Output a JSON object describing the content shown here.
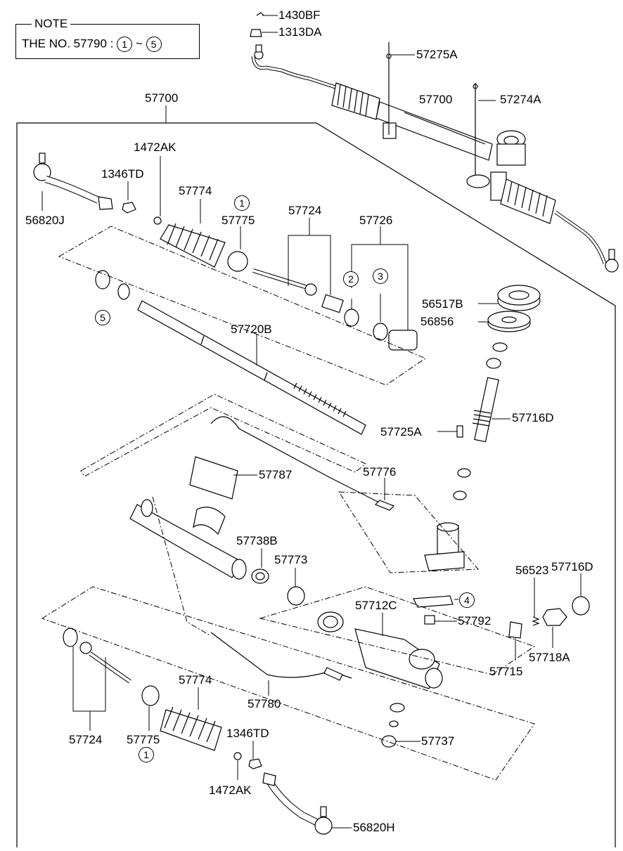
{
  "note": {
    "title": "NOTE",
    "text": "THE NO. 57790 :",
    "range_start": "1",
    "range_sep": "~",
    "range_end": "5"
  },
  "labels": {
    "p1430BF": "1430BF",
    "p1313DA": "1313DA",
    "p57275A": "57275A",
    "p57700_top": "57700",
    "p57274A": "57274A",
    "p57700_main": "57700",
    "p1472AK_top": "1472AK",
    "p1346TD_top": "1346TD",
    "p57774_top": "57774",
    "p57775_top": "57775",
    "p57724_top": "57724",
    "p57726": "57726",
    "p56820J": "56820J",
    "p56517B": "56517B",
    "p56856": "56856",
    "p57720B": "57720B",
    "p57716D_top": "57716D",
    "p57725A": "57725A",
    "p57776": "57776",
    "p57787": "57787",
    "p57738B": "57738B",
    "p57773": "57773",
    "p57716D_side": "57716D",
    "p56523": "56523",
    "p57712C": "57712C",
    "p57792": "57792",
    "p57718A": "57718A",
    "p57715": "57715",
    "p57780": "57780",
    "p57774_bot": "57774",
    "p57724_bot": "57724",
    "p57775_bot": "57775",
    "p1346TD_bot": "1346TD",
    "p1472AK_bot": "1472AK",
    "p57737": "57737",
    "p56820H": "56820H"
  },
  "callouts": {
    "c1_top": "1",
    "c2": "2",
    "c3": "3",
    "c4": "4",
    "c5": "5",
    "c1_bot": "1"
  }
}
